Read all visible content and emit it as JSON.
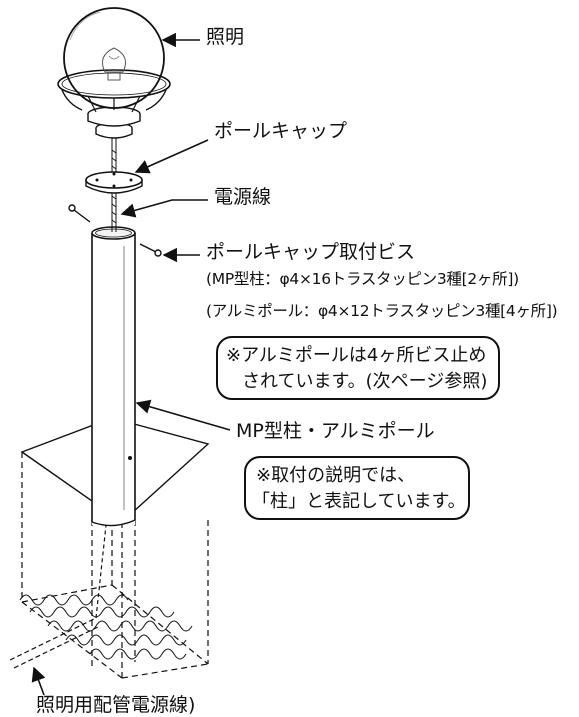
{
  "labels": {
    "light": "照明",
    "pole_cap": "ポールキャップ",
    "power_line": "電源線",
    "cap_screw": "ポールキャップ取付ビス",
    "mp_screw_spec": "(MP型柱：φ4×16トラスタッピン3種[2ヶ所])",
    "alu_screw_spec": "(アルミポール：φ4×12トラスタッピン3種[4ヶ所])",
    "pole": "MP型柱・アルミポール",
    "conduit": "照明用配管電源線)"
  },
  "notes": {
    "alu_note": [
      "※アルミポールは4ヶ所ビス止め",
      "されています。(次ページ参照)"
    ],
    "pole_note": [
      "※取付の説明では、",
      "「柱」と表記しています。"
    ]
  },
  "colors": {
    "line": "#111111",
    "background": "#ffffff"
  }
}
